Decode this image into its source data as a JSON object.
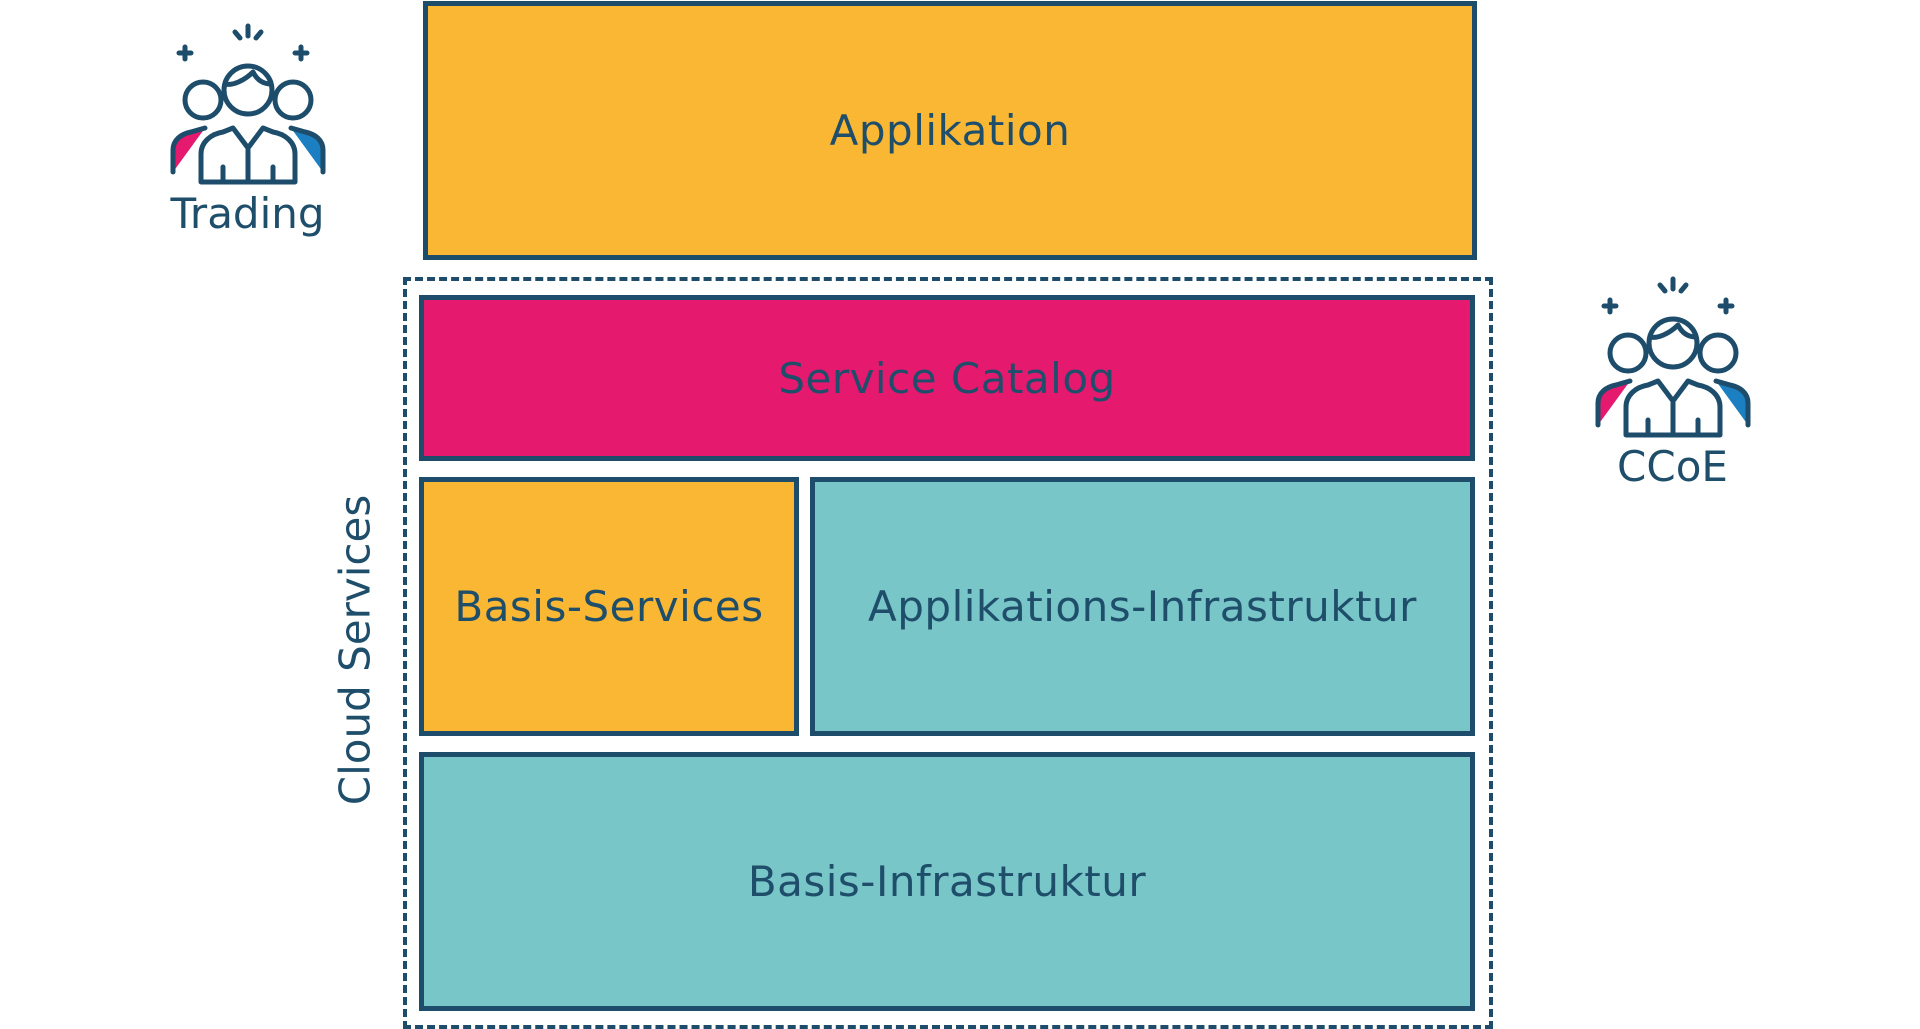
{
  "layers": {
    "applikation": "Applikation",
    "service_catalog": "Service Catalog",
    "basis_services": "Basis-Services",
    "applikations_infrastruktur": "Applikations-Infrastruktur",
    "basis_infrastruktur": "Basis-Infrastruktur"
  },
  "group": {
    "label": "Cloud Services"
  },
  "personas": {
    "trading": "Trading",
    "ccoe": "CCoE"
  },
  "icons": {
    "persona_icon": "team-people-icon"
  },
  "colors": {
    "yellow": "#f9b734",
    "pink": "#e5196d",
    "teal": "#78c6c8",
    "navy": "#1d4d6b"
  }
}
